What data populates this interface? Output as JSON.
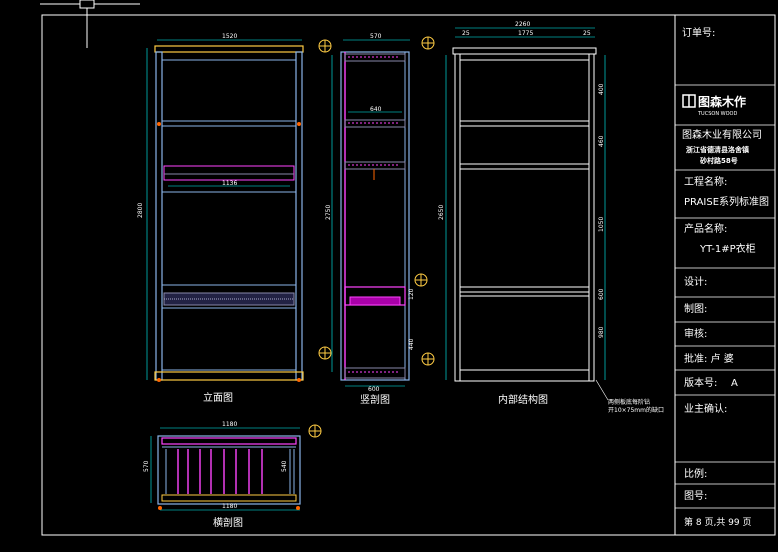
{
  "views": {
    "front_label": "立面图",
    "section_label": "竖剖图",
    "internal_label": "内部结构图",
    "plan_label": "横剖图",
    "note_line1": "两侧板底每阶钻",
    "note_line2": "开10×75mm的缺口"
  },
  "dimensions": {
    "front_width": "1520",
    "front_height": "2800",
    "front_inner": "1136",
    "section_top": "570",
    "section_mid": "640",
    "section_height": "2750",
    "section_bottom": "600",
    "section_r1": "120",
    "section_r2": "440",
    "internal_width": "2260",
    "internal_left": "25",
    "internal_mid": "1775",
    "internal_right": "25",
    "internal_height": "2650",
    "internal_d1": "400",
    "internal_d2": "460",
    "internal_d3": "1050",
    "internal_d4": "600",
    "internal_d5": "980",
    "plan_top": "1180",
    "plan_bottom": "1180",
    "plan_left": "570",
    "plan_right": "540"
  },
  "title_block": {
    "order_no": "订单号:",
    "brand_name": "图森木作",
    "brand_en": "TUCSON WOOD",
    "company": "图森木业有限公司",
    "address_1": "浙江省德清县洛舍镇",
    "address_2": "砂村路58号",
    "project_label": "工程名称:",
    "project_value": "PRAISE系列标准图",
    "product_label": "产品名称:",
    "product_value": "YT-1#P衣柜",
    "design_label": "设计:",
    "draw_label": "制图:",
    "review_label": "审核:",
    "approve_label": "批准: 卢  婆",
    "version_label": "版本号:",
    "version_value": "A",
    "owner_label": "业主确认:",
    "scale_label": "比例:",
    "drawing_no_label": "图号:",
    "page_info": "第 8 页,共 99 页"
  },
  "colors": {
    "frame": "#ffffff",
    "cabinet": "#8ab4e8",
    "panel": "#ffcc44",
    "section": "#ff44ff",
    "dim": "#00ffff",
    "accent": "#ff6600"
  }
}
